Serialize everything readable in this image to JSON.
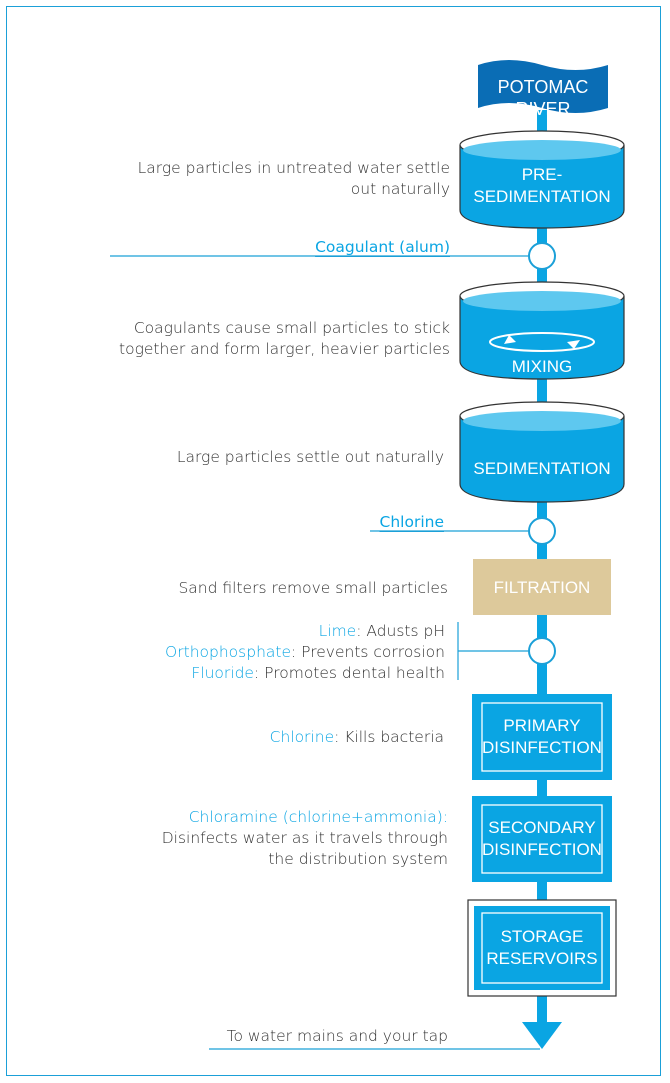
{
  "source": {
    "label": "POTOMAC RIVER"
  },
  "stages": [
    {
      "id": "presedimentation",
      "line1": "PRE-",
      "line2": "SEDIMENTATION",
      "description": "Large particles in untreated water settle out naturally"
    },
    {
      "id": "mixing",
      "line1": "MIXING",
      "description_line1": "Coagulants cause small particles to stick",
      "description_line2": "together and form larger, heavier particles"
    },
    {
      "id": "sedimentation",
      "line1": "SEDIMENTATION",
      "description": "Large particles settle out naturally"
    },
    {
      "id": "filtration",
      "line1": "FILTRATION",
      "description": "Sand filters remove small particles"
    },
    {
      "id": "primary",
      "line1": "PRIMARY",
      "line2": "DISINFECTION"
    },
    {
      "id": "secondary",
      "line1": "SECONDARY",
      "line2": "DISINFECTION"
    },
    {
      "id": "storage",
      "line1": "STORAGE",
      "line2": "RESERVOIRS"
    }
  ],
  "chemicals": {
    "coagulant": "Coagulant (alum)",
    "chlorine1": "Chlorine",
    "lime": "Lime",
    "lime_desc": ": Adusts pH",
    "orthophosphate": "Orthophosphate",
    "orthophosphate_desc": ": Prevents corrosion",
    "fluoride": "Fluoride",
    "fluoride_desc": ": Promotes dental health",
    "chlorine2": "Chlorine",
    "chlorine2_desc": ": Kills bacteria",
    "chloramine": "Chloramine",
    "chloramine_paren": " (chlorine+ammonia):",
    "chloramine_desc1": "Disinfects water as it travels through",
    "chloramine_desc2": "the distribution system"
  },
  "output": {
    "label": "To water mains and your tap"
  },
  "colors": {
    "water": "#0aa5e3",
    "line": "#1ba0d8",
    "filtration": "#ddc99b",
    "dark_text": "#333333"
  }
}
